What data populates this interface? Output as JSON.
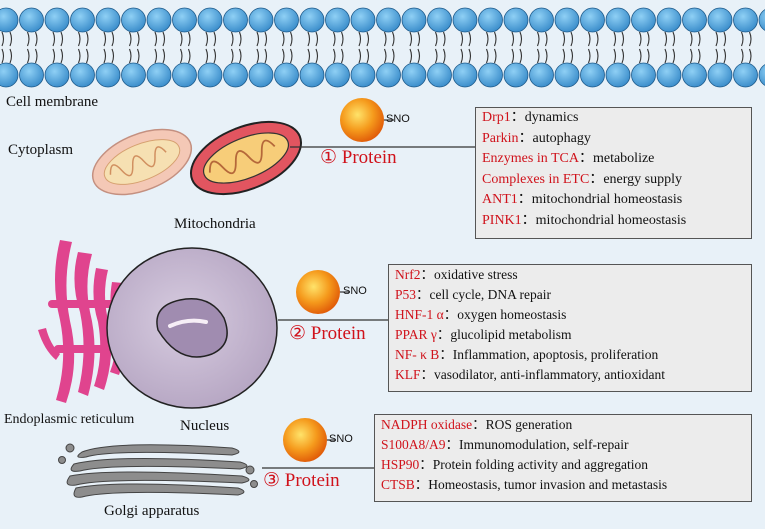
{
  "labels": {
    "cell_membrane": "Cell membrane",
    "cytoplasm": "Cytoplasm",
    "mitochondria": "Mitochondria",
    "er": "Endoplasmic reticulum",
    "nucleus": "Nucleus",
    "golgi": "Golgi apparatus",
    "sno": "SNO"
  },
  "groups": [
    {
      "marker": "① Protein",
      "items": [
        {
          "key": "Drp1",
          "value": "：dynamics"
        },
        {
          "key": "Parkin",
          "value": "：autophagy"
        },
        {
          "key": "Enzymes in TCA",
          "value": "：metabolize"
        },
        {
          "key": "Complexes in ETC",
          "value": "：energy supply"
        },
        {
          "key": "ANT1",
          "value": "：mitochondrial homeostasis"
        },
        {
          "key": "PINK1",
          "value": "：mitochondrial homeostasis"
        }
      ]
    },
    {
      "marker": "② Protein",
      "items": [
        {
          "key": "Nrf2",
          "value": "：oxidative stress"
        },
        {
          "key": "P53",
          "value": "：cell cycle, DNA repair"
        },
        {
          "key": "HNF-1 α",
          "value": "：oxygen homeostasis"
        },
        {
          "key": "PPAR γ",
          "value": "：glucolipid metabolism"
        },
        {
          "key": "NF- κ B",
          "value": "：Inflammation, apoptosis, proliferation"
        },
        {
          "key": "KLF",
          "value": "：vasodilator, anti-inflammatory, antioxidant"
        }
      ]
    },
    {
      "marker": "③ Protein",
      "items": [
        {
          "key": "NADPH oxidase",
          "value": "：ROS generation"
        },
        {
          "key": "S100A8/A9",
          "value": "：Immunomodulation, self-repair"
        },
        {
          "key": "HSP90",
          "value": "：Protein folding activity and aggregation"
        },
        {
          "key": "CTSB",
          "value": "：Homeostasis, tumor invasion and metastasis"
        }
      ]
    }
  ],
  "colors": {
    "background": "#e8f1f8",
    "membrane_head": "#5aa8e0",
    "key_text": "#d0121b",
    "er": "#e0448e",
    "nucleus": "#c8b9d2",
    "golgi": "#8a8a8a",
    "sno_ball": "#f07a10"
  }
}
